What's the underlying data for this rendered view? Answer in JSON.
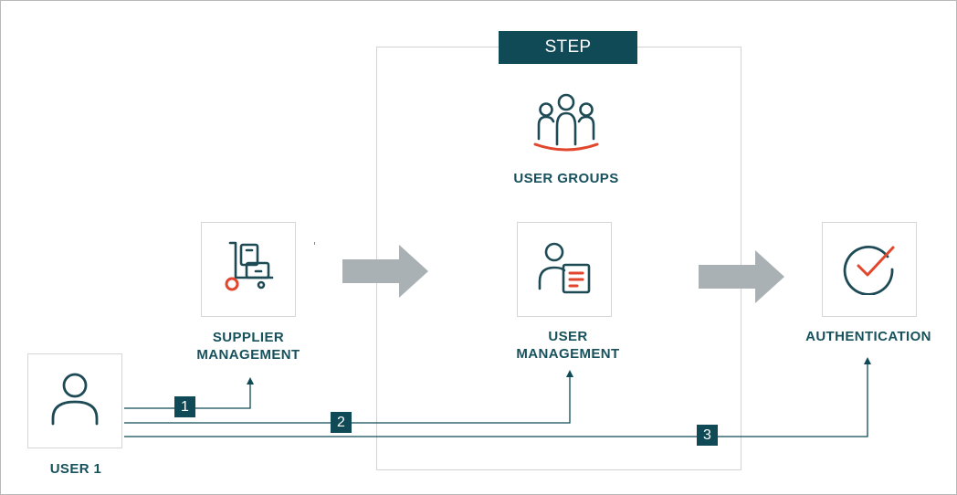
{
  "step_box": {
    "tag": "STEP",
    "title": "USER GROUPS"
  },
  "nodes": {
    "supplier": {
      "label": "SUPPLIER\nMANAGEMENT",
      "icon": "hand-truck-icon"
    },
    "user_management": {
      "label": "USER\nMANAGEMENT",
      "icon": "user-document-icon"
    },
    "authentication": {
      "label": "AUTHENTICATION",
      "icon": "check-circle-icon"
    },
    "user1": {
      "label": "USER 1",
      "icon": "user-icon"
    },
    "user_groups": {
      "icon": "user-group-icon"
    }
  },
  "flows": [
    {
      "number": "1",
      "target": "SUPPLIER MANAGEMENT"
    },
    {
      "number": "2",
      "target": "USER MANAGEMENT"
    },
    {
      "number": "3",
      "target": "AUTHENTICATION"
    }
  ],
  "colors": {
    "dark_teal": "#0f4a56",
    "icon_stroke": "#1e4a55",
    "accent_red": "#e2462c",
    "arrow_gray": "#a9b1b4"
  }
}
